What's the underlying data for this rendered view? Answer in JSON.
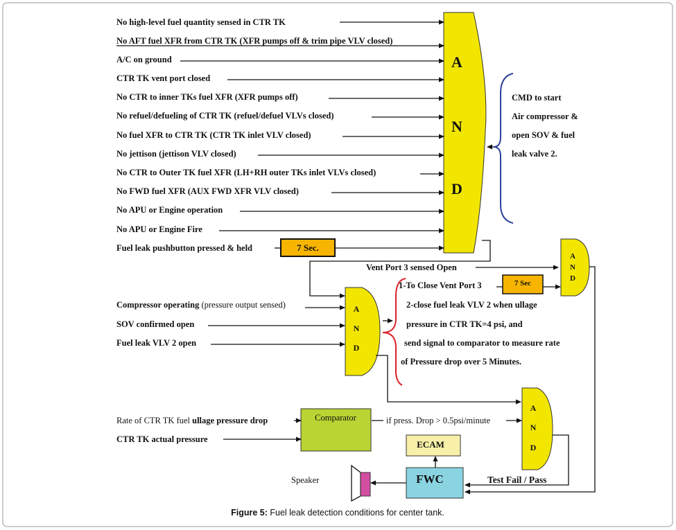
{
  "conditions": [
    "No high-level fuel quantity sensed in CTR TK",
    "No AFT fuel XFR from CTR TK (XFR pumps off & trim pipe VLV closed)",
    "A/C on ground",
    "CTR TK vent port closed",
    "No CTR to inner TKs fuel XFR (XFR pumps off)",
    "No refuel/defueling of CTR TK (refuel/defuel VLVs closed)",
    "No fuel XFR to CTR TK (CTR TK inlet VLV closed)",
    "No jettison (jettison VLV closed)",
    "No CTR to Outer TK fuel XFR (LH+RH outer TKs inlet VLVs closed)",
    "No FWD fuel XFR (AUX FWD XFR VLV closed)",
    "No APU or Engine operation",
    "No APU or Engine Fire",
    "Fuel leak pushbutton pressed & held"
  ],
  "gate_letters": [
    "A",
    "N",
    "D"
  ],
  "timer_main": "7 Sec.",
  "timer_vent": "7 Sec",
  "cmd_lines": [
    "CMD to start",
    "Air compressor &",
    "open SOV & fuel",
    "leak valve 2."
  ],
  "vent_port_open": "Vent Port 3 sensed Open",
  "mid_inputs": {
    "compressor_bold": "Compressor operating",
    "compressor_normal": " (pressure output sensed)",
    "sov": "SOV confirmed open",
    "fuel_leak_vlv": "Fuel leak VLV 2 open"
  },
  "actions": [
    "1-To Close Vent Port 3",
    "2-close fuel leak VLV 2 when ullage",
    "pressure in CTR TK=4 psi, and",
    "send signal to comparator to measure rate",
    "of  Pressure drop over 5 Minutes."
  ],
  "comparator": {
    "label": "Comparator",
    "input1_normal": "Rate of CTR TK fuel ",
    "input1_bold": "ullage pressure drop",
    "input2": "CTR TK actual pressure",
    "condition": "if press. Drop > 0.5psi/minute"
  },
  "ecam": "ECAM",
  "fwc": "FWC",
  "speaker": "Speaker",
  "test_result": "Test Fail / Pass",
  "caption": {
    "bold": "Figure 5:",
    "text": " Fuel leak detection conditions for center tank."
  },
  "colors": {
    "gate": "#f2e600",
    "timer": "#f7b500",
    "comparator": "#b9d433",
    "ecam": "#f8f0a8",
    "fwc": "#8ad4e2",
    "speaker": "#d24fa2",
    "brace_blue": "#2b3f9a",
    "brace_red": "#d9232a"
  }
}
